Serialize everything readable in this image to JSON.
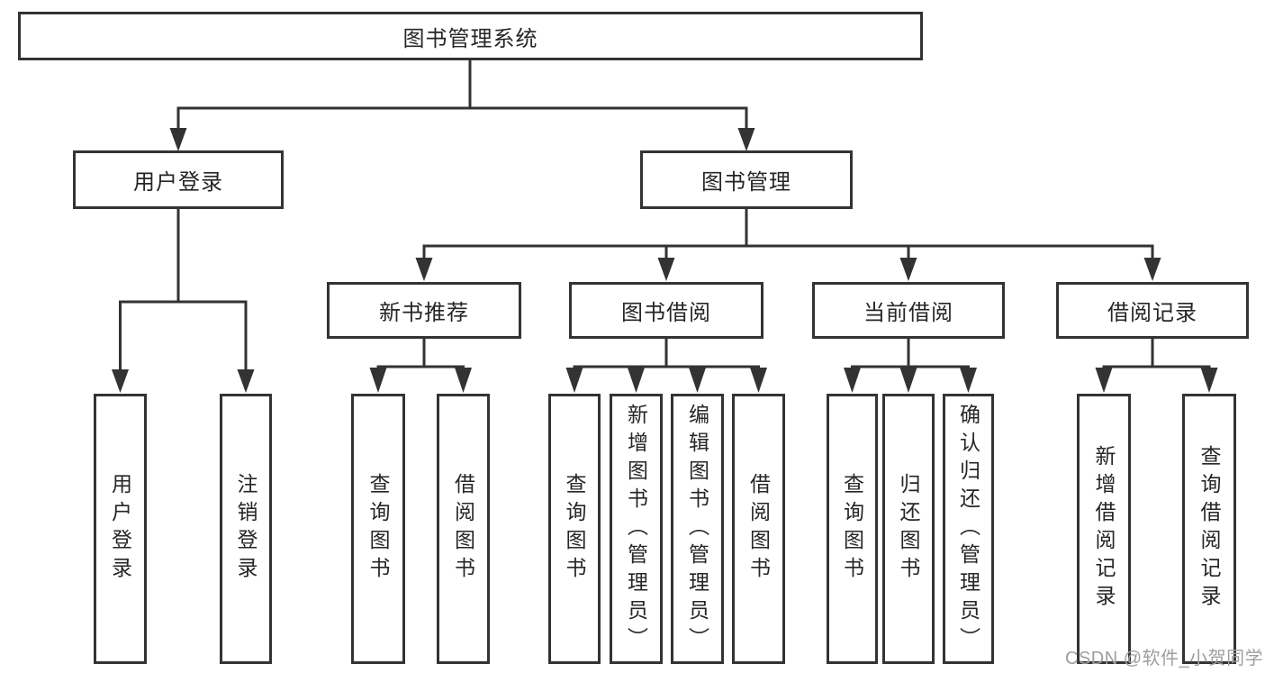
{
  "diagram": {
    "root": {
      "label": "图书管理系统"
    },
    "branches": [
      {
        "label": "用户登录"
      },
      {
        "label": "图书管理"
      }
    ],
    "modules": [
      {
        "label": "新书推荐"
      },
      {
        "label": "图书借阅"
      },
      {
        "label": "当前借阅"
      },
      {
        "label": "借阅记录"
      }
    ],
    "functions": [
      {
        "label": "用户登录"
      },
      {
        "label": "注销登录"
      },
      {
        "label": "查询图书"
      },
      {
        "label": "借阅图书"
      },
      {
        "label": "查询图书"
      },
      {
        "label": "新增图书（管理员）"
      },
      {
        "label": "编辑图书（管理员）"
      },
      {
        "label": "借阅图书"
      },
      {
        "label": "查询图书"
      },
      {
        "label": "归还图书"
      },
      {
        "label": "确认归还（管理员）"
      },
      {
        "label": "新增借阅记录"
      },
      {
        "label": "查询借阅记录"
      }
    ]
  },
  "watermark": {
    "text": "CSDN @软件_小贺同学"
  },
  "colors": {
    "line": "#333333",
    "node_border": "#333333",
    "node_text": "#262626",
    "watermark_text": "#9e9e9e",
    "background": "#ffffff"
  }
}
